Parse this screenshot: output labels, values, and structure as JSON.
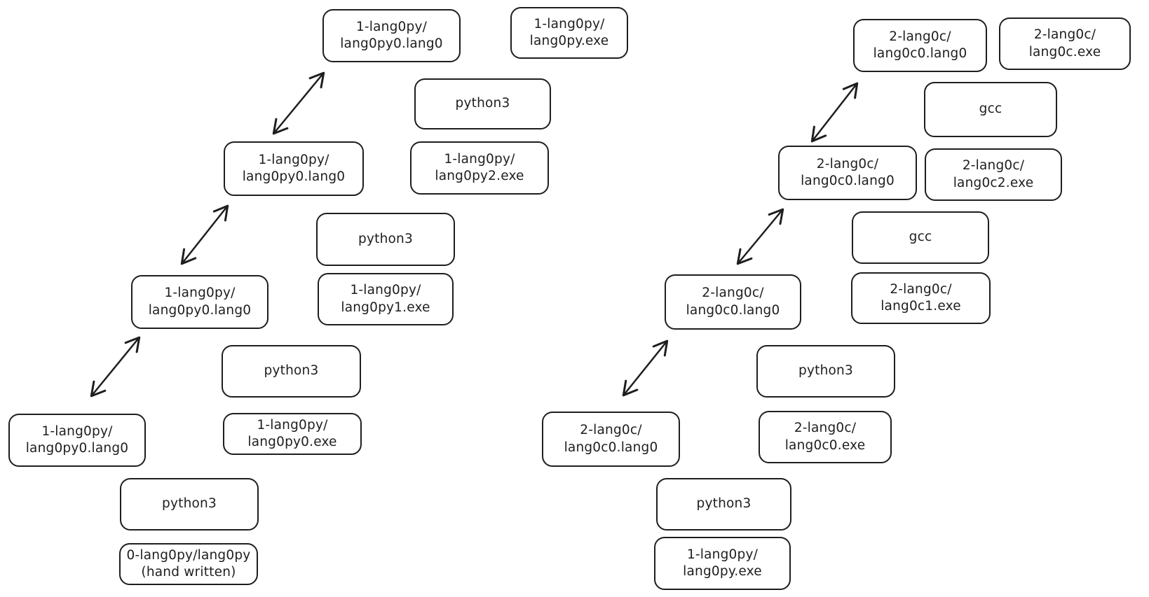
{
  "colors": {
    "stroke": "#1e1e1e",
    "canvas_background": "#ffffff"
  },
  "left_chain": {
    "levels": [
      {
        "source": "1-lang0py/\nlang0py0.lang0",
        "tool": "python3",
        "output": "1-lang0py/\nlang0py.exe"
      },
      {
        "source": "1-lang0py/\nlang0py0.lang0",
        "tool": "python3",
        "output": "1-lang0py/\nlang0py2.exe"
      },
      {
        "source": "1-lang0py/\nlang0py0.lang0",
        "tool": "python3",
        "output": "1-lang0py/\nlang0py1.exe"
      },
      {
        "source": "1-lang0py/\nlang0py0.lang0",
        "tool": "python3",
        "output": "1-lang0py/\nlang0py0.exe"
      }
    ],
    "seed": "0-lang0py/lang0py\n(hand written)"
  },
  "right_chain": {
    "levels": [
      {
        "source": "2-lang0c/\nlang0c0.lang0",
        "tool": "gcc",
        "output": "2-lang0c/\nlang0c.exe"
      },
      {
        "source": "2-lang0c/\nlang0c0.lang0",
        "tool": "gcc",
        "output": "2-lang0c/\nlang0c2.exe"
      },
      {
        "source": "2-lang0c/\nlang0c0.lang0",
        "tool": "python3",
        "output": "2-lang0c/\nlang0c1.exe"
      },
      {
        "source": "2-lang0c/\nlang0c0.lang0",
        "tool": "python3",
        "output": "2-lang0c/\nlang0c0.exe"
      }
    ],
    "seed": "1-lang0py/\nlang0py.exe"
  }
}
